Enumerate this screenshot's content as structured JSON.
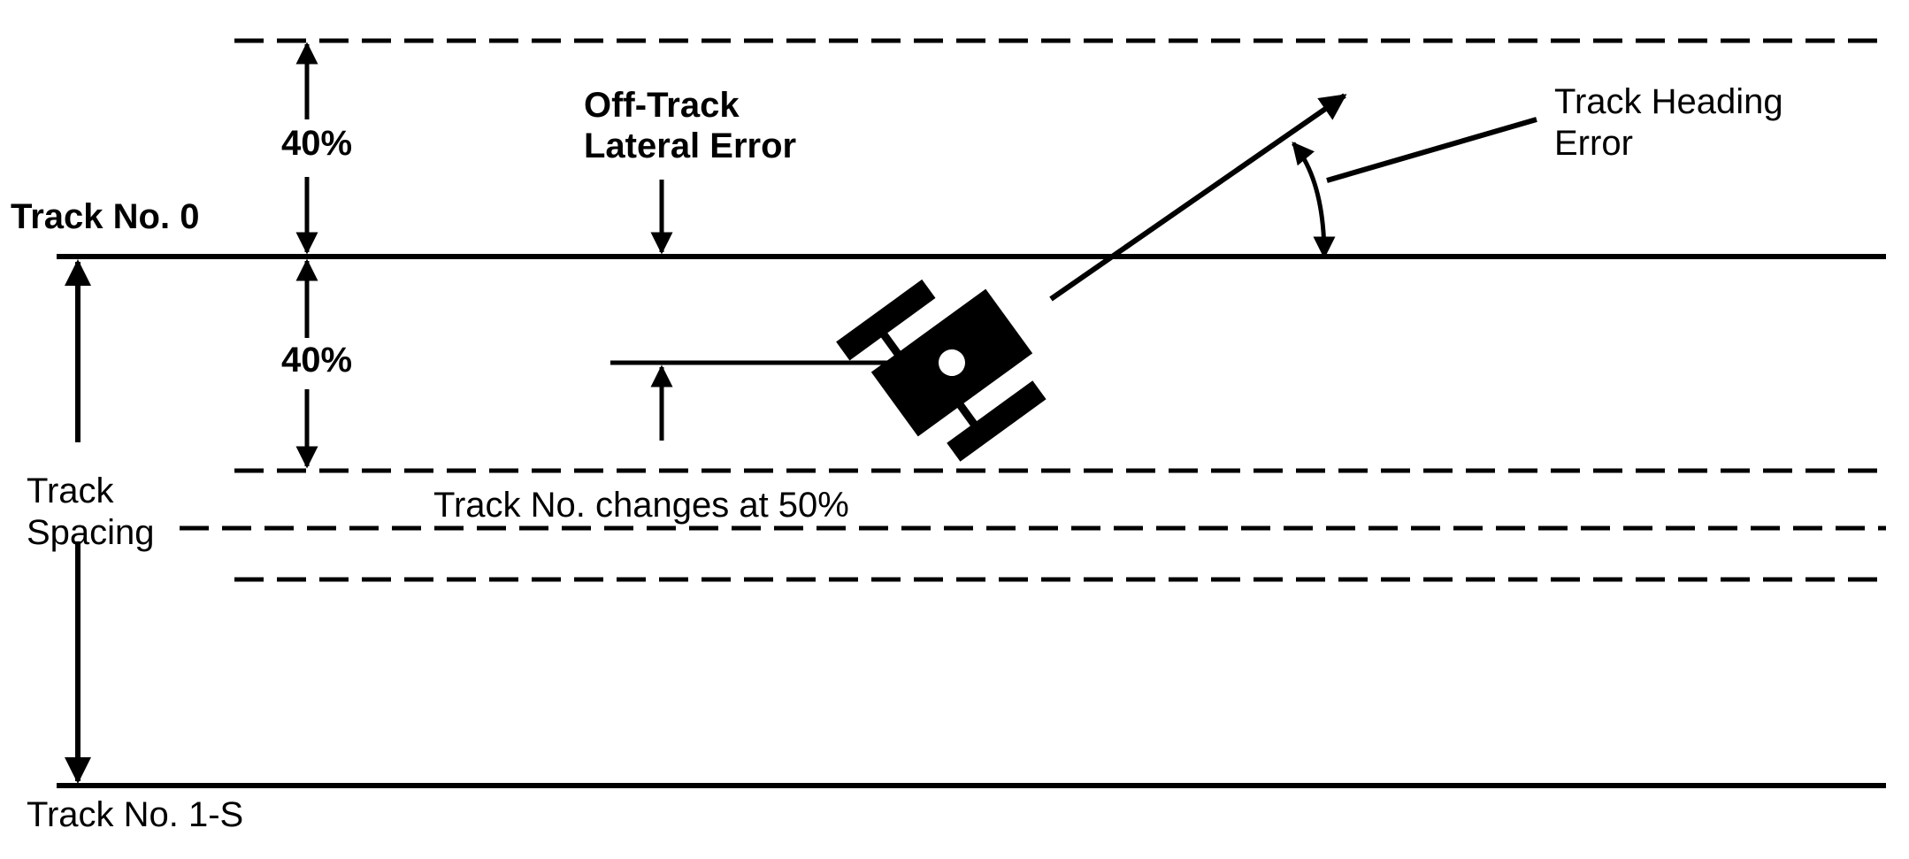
{
  "labels": {
    "track_0": "Track No. 0",
    "track_1s": "Track No. 1-S",
    "track_spacing_line1": "Track",
    "track_spacing_line2": "Spacing",
    "pct_upper": "40%",
    "pct_lower": "40%",
    "off_track_line1": "Off-Track",
    "off_track_line2": "Lateral Error",
    "heading_error_line1": "Track Heading",
    "heading_error_line2": "Error",
    "change_note": "Track No. changes at 50%"
  },
  "colors": {
    "ink": "#000000",
    "background": "#ffffff"
  },
  "icons": {
    "vehicle": "tractor-top-view-icon"
  }
}
